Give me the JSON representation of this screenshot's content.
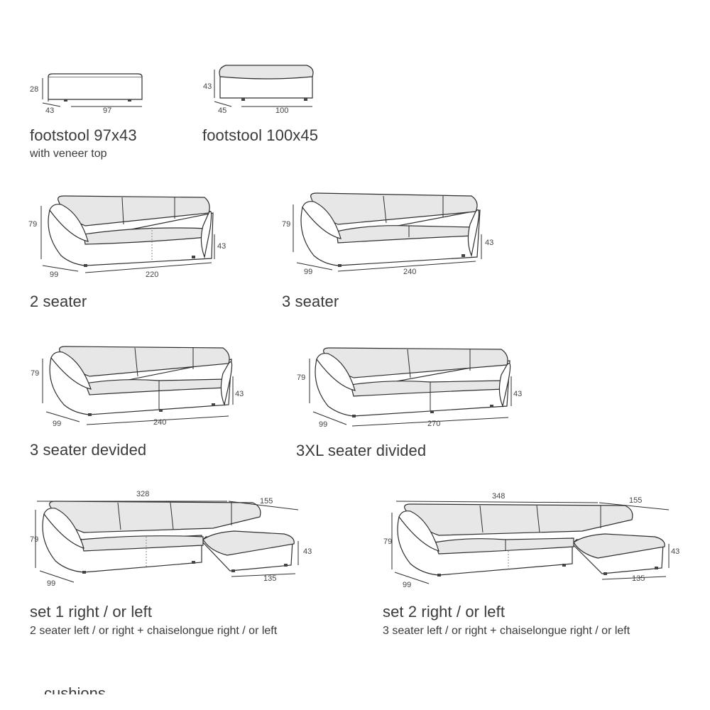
{
  "items": {
    "footstool_97": {
      "title": "footstool 97x43",
      "subtitle": "with veneer top",
      "dims": {
        "height": "28",
        "depth": "43",
        "width": "97"
      }
    },
    "footstool_100": {
      "title": "footstool 100x45",
      "dims": {
        "height": "43",
        "depth": "45",
        "width": "100"
      }
    },
    "two_seater": {
      "title": "2 seater",
      "dims": {
        "height": "79",
        "seat": "43",
        "depth": "99",
        "width": "220"
      }
    },
    "three_seater": {
      "title": "3 seater",
      "dims": {
        "height": "79",
        "seat": "43",
        "depth": "99",
        "width": "240"
      }
    },
    "three_seater_divided": {
      "title": "3 seater devided",
      "dims": {
        "height": "79",
        "seat": "43",
        "depth": "99",
        "width": "240"
      }
    },
    "three_xl_divided": {
      "title": "3XL seater divided",
      "dims": {
        "height": "79",
        "seat": "43",
        "depth": "99",
        "width": "270"
      }
    },
    "set1": {
      "title": "set 1 right / or left",
      "subtitle": "2 seater left / or right + chaiselongue right / or left",
      "dims": {
        "total": "328",
        "chaise": "155",
        "height": "79",
        "seat": "43",
        "depth": "99",
        "chaise_depth": "135"
      }
    },
    "set2": {
      "title": "set 2 right / or left",
      "subtitle": "3 seater left / or right + chaiselongue right / or left",
      "dims": {
        "total": "348",
        "chaise": "155",
        "height": "79",
        "seat": "43",
        "depth": "99",
        "chaise_depth": "135"
      }
    }
  },
  "footer_partial": "cushions"
}
